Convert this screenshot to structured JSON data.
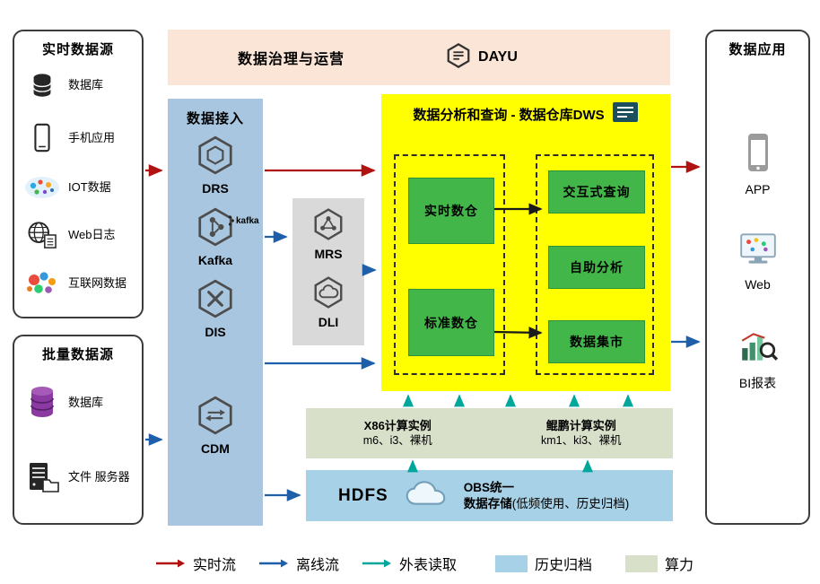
{
  "colors": {
    "realtime_flow": "#b01111",
    "offline_flow": "#1f5fa9",
    "external_read": "#00a79a",
    "history_archive": "#a6d1e6",
    "compute_power": "#d8e0ca",
    "dws_background": "#ffff00",
    "warehouse_green": "#43b649",
    "governance_banner": "#fbe5d6",
    "ingestion_column": "#a8c6df"
  },
  "left": {
    "realtime": {
      "title": "实时数据源",
      "items": [
        {
          "icon": "database-icon",
          "label": "数据库"
        },
        {
          "icon": "mobile-phone-icon",
          "label": "手机应用"
        },
        {
          "icon": "iot-icon",
          "label": "IOT数据"
        },
        {
          "icon": "web-log-icon",
          "label": "Web日志"
        },
        {
          "icon": "internet-data-icon",
          "label": "互联网数据"
        }
      ]
    },
    "batch": {
      "title": "批量数据源",
      "items": [
        {
          "icon": "purple-database-icon",
          "label": "数据库"
        },
        {
          "icon": "file-server-icon",
          "label": "文件 服务器"
        }
      ]
    }
  },
  "governance": {
    "title": "数据治理与运营",
    "brand": "DAYU"
  },
  "ingestion": {
    "title": "数据接入",
    "services": [
      {
        "name": "DRS"
      },
      {
        "name": "Kafka",
        "wordmark": "kafka"
      },
      {
        "name": "DIS"
      },
      {
        "name": "CDM"
      }
    ]
  },
  "processing": {
    "services": [
      {
        "name": "MRS"
      },
      {
        "name": "DLI"
      }
    ]
  },
  "dws": {
    "title": "数据分析和查询 - 数据仓库DWS",
    "warehouses": [
      {
        "label": "实时数仓"
      },
      {
        "label": "标准数仓"
      }
    ],
    "services": [
      {
        "label": "交互式查询"
      },
      {
        "label": "自助分析"
      },
      {
        "label": "数据集市"
      }
    ]
  },
  "compute": {
    "x86": {
      "title": "X86计算实例",
      "spec": "m6、i3、裸机"
    },
    "kunpeng": {
      "title": "鲲鹏计算实例",
      "spec": "km1、ki3、裸机"
    }
  },
  "storage": {
    "hdfs": "HDFS",
    "obs_line1": "OBS统一",
    "obs_line2": "数据存储",
    "obs_note": "(低频使用、历史归档)"
  },
  "apps": {
    "title": "数据应用",
    "items": [
      {
        "icon": "app-phone-icon",
        "label": "APP"
      },
      {
        "icon": "web-monitor-icon",
        "label": "Web"
      },
      {
        "icon": "bi-report-icon",
        "label": "BI报表"
      }
    ]
  },
  "legend": {
    "items": [
      {
        "type": "arrow",
        "color": "#b01111",
        "label": "实时流"
      },
      {
        "type": "arrow",
        "color": "#1f5fa9",
        "label": "离线流"
      },
      {
        "type": "arrow",
        "color": "#00a79a",
        "label": "外表读取"
      },
      {
        "type": "swatch",
        "color": "#a6d1e6",
        "label": "历史归档"
      },
      {
        "type": "swatch",
        "color": "#d8e0ca",
        "label": "算力"
      }
    ]
  }
}
